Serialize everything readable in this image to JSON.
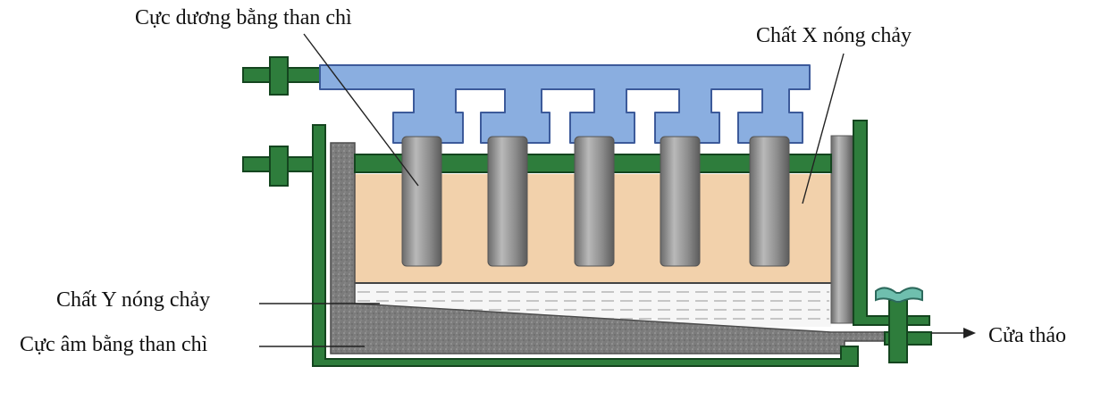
{
  "labels": {
    "anode": "Cực dương bằng than chì",
    "molten_x": "Chất X nóng chảy",
    "molten_y": "Chất Y nóng chảy",
    "cathode": "Cực âm bằng than chì",
    "drain": "Cửa tháo"
  },
  "colors": {
    "frame_green": "#2e7d3c",
    "frame_green_dark": "#14451f",
    "bus_blue": "#8aaee0",
    "bus_blue_dark": "#3c5a9a",
    "electrolyte": "#f2d1ab",
    "graphite": "#8f8f8f",
    "metal_layer": "#f4f4f4"
  },
  "anode_count": 5
}
